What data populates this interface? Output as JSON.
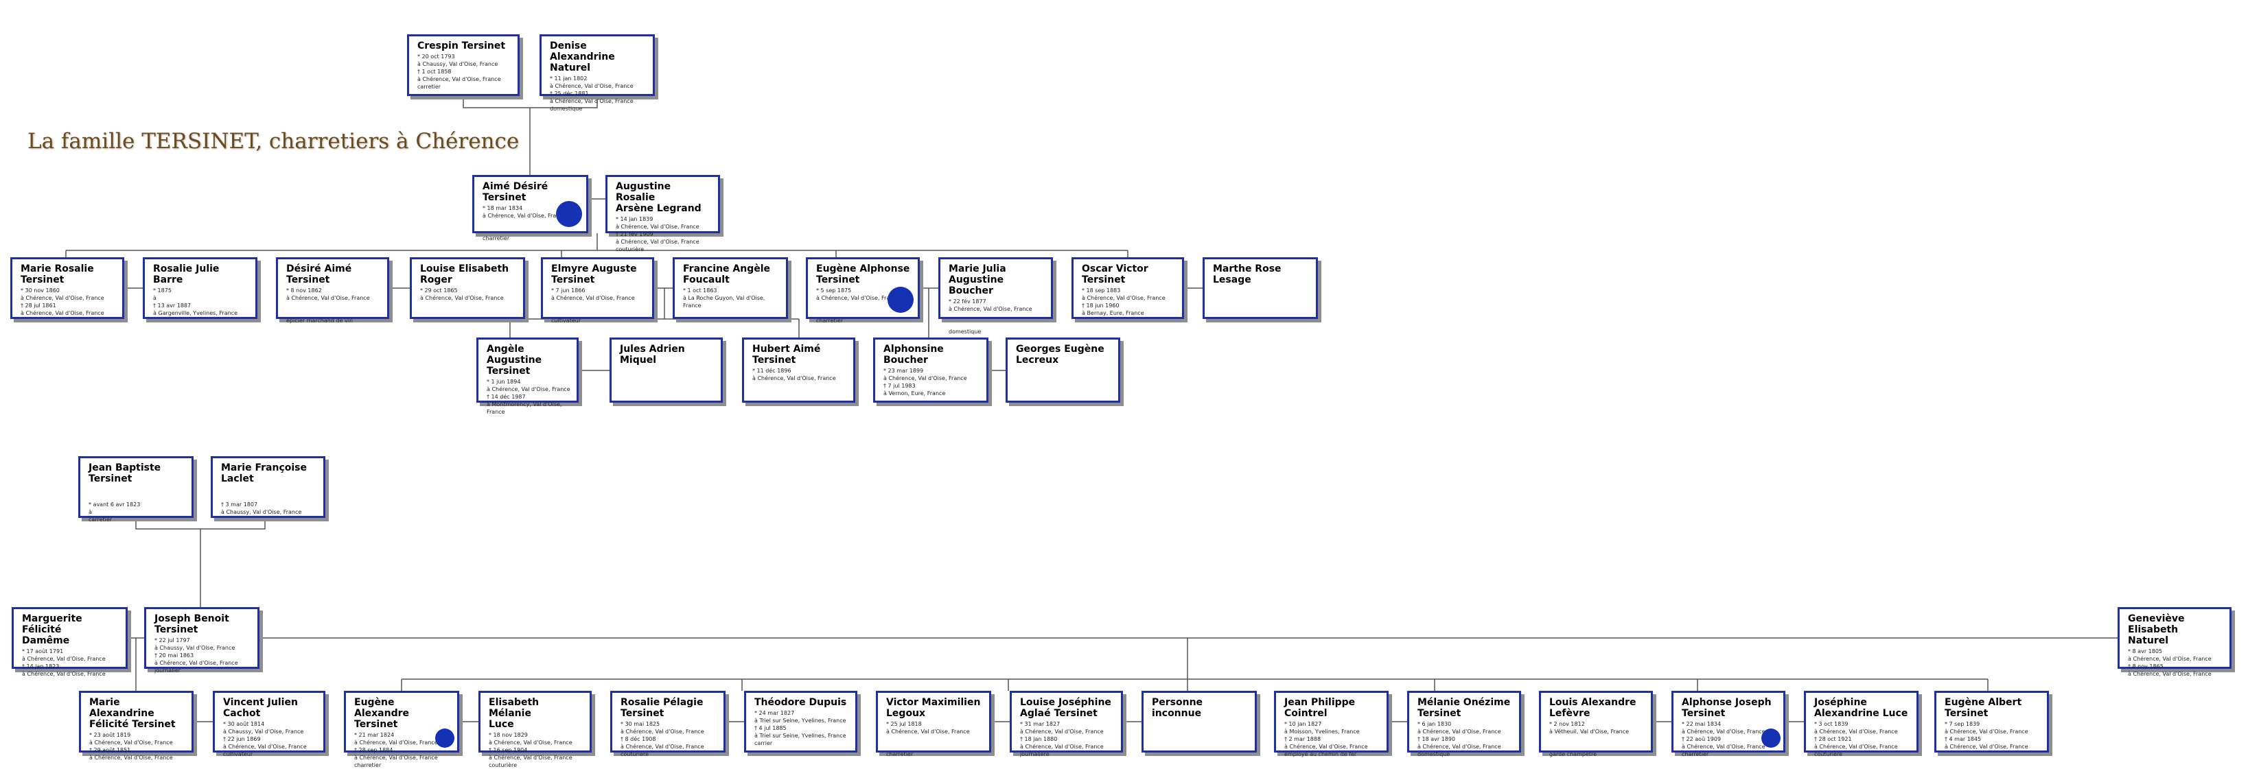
{
  "title": "La famille TERSINET, charretiers à Chérence",
  "colors": {
    "border": "#1f2fa6",
    "title": "#6b4a1f",
    "line": "#555555",
    "photo": "#1532b5"
  },
  "people": {
    "crespin": {
      "name": "Crespin Tersinet",
      "details": "* 20 oct 1793\nà Chaussy, Val d'Oise, France\n† 1 oct 1858\nà Chérence, Val d'Oise, France\ncarretier"
    },
    "denise": {
      "name": "Denise Alexandrine\nNaturel",
      "details": "* 11 jan 1802\nà Chérence, Val d'Oise, France\n† 25 déc 1881\nà Chérence, Val d'Oise, France\ndomestique"
    },
    "aime": {
      "name": "Aimé Désiré Tersinet",
      "details": "* 18 mar 1834\nà Chérence, Val d'Oise, France\n\n\ncharretier"
    },
    "augustine": {
      "name": "Augustine Rosalie\nArsène Legrand",
      "details": "* 14 jan 1839\nà Chérence, Val d'Oise, France\n† 21 fév 1909\nà Chérence, Val d'Oise, France\ncouturière"
    },
    "marie_rosalie": {
      "name": "Marie Rosalie\nTersinet",
      "details": "* 30 nov 1860\nà Chérence, Val d'Oise, France\n† 28 jul 1861\nà Chérence, Val d'Oise, France"
    },
    "rosalie_julie": {
      "name": "Rosalie Julie Barre",
      "details": "* 1875\nà\n† 13 avr 1887\nà Gargenville, Yvelines, France"
    },
    "desire_aime": {
      "name": "Désiré Aimé Tersinet",
      "details": "* 8 nov 1862\nà Chérence, Val d'Oise, France\n\n\népicier marchand de vin"
    },
    "louise_elisabeth": {
      "name": "Louise Elisabeth\nRoger",
      "details": "* 29 oct 1865\nà Chérence, Val d'Oise, France"
    },
    "elmyre": {
      "name": "Elmyre Auguste\nTersinet",
      "details": "* 7 jun 1866\nà Chérence, Val d'Oise, France\n\n\ncultivateur"
    },
    "francine": {
      "name": "Francine Angèle\nFoucault",
      "details": "* 1 oct 1863\nà La Roche Guyon, Val d'Oise, France"
    },
    "eugene_alphonse": {
      "name": "Eugène Alphonse\nTersinet",
      "details": "* 5 sep 1875\nà Chérence, Val d'Oise, France\n\n\ncharretier"
    },
    "marie_julia": {
      "name": "Marie Julia\nAugustine Boucher",
      "details": "* 22 fév 1877\nà Chérence, Val d'Oise, France\n\n\ndomestique"
    },
    "oscar": {
      "name": "Oscar Victor\nTersinet",
      "details": "* 18 sep 1883\nà Chérence, Val d'Oise, France\n† 18 jun 1960\nà Bernay, Eure, France"
    },
    "marthe": {
      "name": "Marthe Rose Lesage",
      "details": ""
    },
    "angele": {
      "name": "Angèle Augustine\nTersinet",
      "details": "* 1 jun 1894\nà Chérence, Val d'Oise, France\n† 14 déc 1987\nà Montmorency, Val d'Oise, France"
    },
    "jules": {
      "name": "Jules Adrien Miquel",
      "details": ""
    },
    "hubert": {
      "name": "Hubert Aimé\nTersinet",
      "details": "* 11 déc 1896\nà Chérence, Val d'Oise, France"
    },
    "alphonsine": {
      "name": "Alphonsine Boucher",
      "details": "* 23 mar 1899\nà Chérence, Val d'Oise, France\n† 7 jul 1983\nà Vernon, Eure, France"
    },
    "georges": {
      "name": "Georges Eugène\nLecreux",
      "details": ""
    },
    "jean_baptiste": {
      "name": "Jean Baptiste\nTersinet",
      "details": "\n\n* avant 6 avr 1823\nà\ncarretier"
    },
    "marie_francoise": {
      "name": "Marie Françoise\nLaclet",
      "details": "\n\n† 3 mar 1807\nà Chaussy, Val d'Oise, France"
    },
    "marguerite": {
      "name": "Marguerite Félicité\nDamême",
      "details": "* 17 août 1791\nà Chérence, Val d'Oise, France\n† 14 jan 1823\nà Chérence, Val d'Oise, France"
    },
    "joseph_benoit": {
      "name": "Joseph Benoit\nTersinet",
      "details": "* 22 jul 1797\nà Chaussy, Val d'Oise, France\n† 20 mai 1863\nà Chérence, Val d'Oise, France\njournalier"
    },
    "genevieve": {
      "name": "Geneviève Elisabeth\nNaturel",
      "details": "* 8 avr 1805\nà Chérence, Val d'Oise, France\n† 8 nov 1865\nà Chérence, Val d'Oise, France"
    },
    "marie_alexandrine": {
      "name": "Marie Alexandrine\nFélicité Tersinet",
      "details": "* 23 août 1819\nà Chérence, Val d'Oise, France\n† 29 août 1851\nà Chérence, Val d'Oise, France"
    },
    "vincent": {
      "name": "Vincent Julien\nCachot",
      "details": "* 30 août 1814\nà Chaussy, Val d'Oise, France\n† 22 jun 1869\nà Chérence, Val d'Oise, France\ncultivateur"
    },
    "eugene_alexandre": {
      "name": "Eugène Alexandre\nTersinet",
      "details": "* 21 mar 1824\nà Chérence, Val d'Oise, France\n† 28 sep 1884\nà Chérence, Val d'Oise, France\ncharretier"
    },
    "elisabeth_melanie": {
      "name": "Elisabeth Mélanie\nLuce",
      "details": "* 18 nov 1829\nà Chérence, Val d'Oise, France\n† 16 sep 1904\nà Chérence, Val d'Oise, France\ncouturière"
    },
    "rosalie_pelagie": {
      "name": "Rosalie Pélagie\nTersinet",
      "details": "* 30 mai 1825\nà Chérence, Val d'Oise, France\n† 8 déc 1908\nà Chérence, Val d'Oise, France\ncouturière"
    },
    "theodore": {
      "name": "Théodore Dupuis",
      "details": "* 24 mar 1827\nà Triel sur Seine, Yvelines, France\n† 4 jul 1885\nà Triel sur Seine, Yvelines, France\ncarrier"
    },
    "victor": {
      "name": "Victor Maximilien\nLegoux",
      "details": "* 25 jul 1818\nà Chérence, Val d'Oise, France\n\n\ncharretier"
    },
    "louise_josephine": {
      "name": "Louise Joséphine\nAglaé Tersinet",
      "details": "* 31 mar 1827\nà Chérence, Val d'Oise, France\n† 18 jan 1880\nà Chérence, Val d'Oise, France\njournalière"
    },
    "personne": {
      "name": "Personne inconnue",
      "details": ""
    },
    "jean_philippe": {
      "name": "Jean Philippe\nCointrel",
      "details": "* 10 jan 1827\nà Moisson, Yvelines, France\n† 2 mar 1888\nà Chérence, Val d'Oise, France\nemployé au chemin de fer"
    },
    "melanie": {
      "name": "Mélanie Onézime\nTersinet",
      "details": "* 6 jan 1830\nà Chérence, Val d'Oise, France\n† 18 avr 1890\nà Chérence, Val d'Oise, France\ndomestique"
    },
    "louis_alexandre": {
      "name": "Louis Alexandre\nLefèvre",
      "details": "* 2 nov 1812\nà Vétheuil, Val d'Oise, France\n\n\ngarde champêtre"
    },
    "alphonse_joseph": {
      "name": "Alphonse Joseph\nTersinet",
      "details": "* 22 mai 1834\nà Chérence, Val d'Oise, France\n† 22 aoû 1909\nà Chérence, Val d'Oise, France\ncharretier"
    },
    "josephine": {
      "name": "Joséphine\nAlexandrine Luce",
      "details": "* 3 oct 1839\nà Chérence, Val d'Oise, France\n† 28 oct 1921\nà Chérence, Val d'Oise, France\ncouturière"
    },
    "eugene_albert": {
      "name": "Eugène Albert\nTersinet",
      "details": "* 7 sep 1839\nà Chérence, Val d'Oise, France\n† 4 mar 1845\nà Chérence, Val d'Oise, France"
    }
  }
}
